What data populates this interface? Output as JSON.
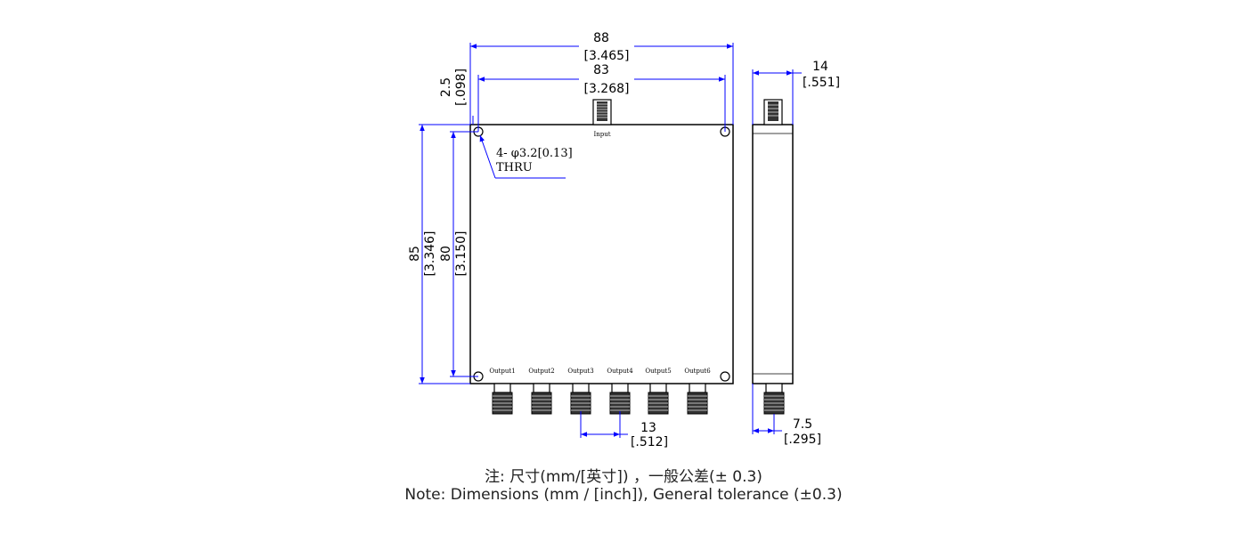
{
  "drawing": {
    "dim_width_total": "88",
    "dim_width_total_in": "[3.465]",
    "dim_width_holes": "83",
    "dim_width_holes_in": "[3.268]",
    "dim_edge_offset": "2.5",
    "dim_edge_offset_in": "[.098]",
    "dim_height_total": "85",
    "dim_height_total_in": "[3.346]",
    "dim_height_holes": "80",
    "dim_height_holes_in": "[3.150]",
    "dim_thickness": "14",
    "dim_thickness_in": "[.551]",
    "dim_pitch": "13",
    "dim_pitch_in": "[.512]",
    "dim_side_offset": "7.5",
    "dim_side_offset_in": "[.295]",
    "hole_callout": "4- φ3.2[0.13]",
    "hole_callout_2": "THRU",
    "input_label": "Input",
    "output_labels": [
      "Output1",
      "Output2",
      "Output3",
      "Output4",
      "Output5",
      "Output6"
    ]
  },
  "notes": {
    "line_cn": "注: 尺寸(mm/[英寸])  ，一般公差(± 0.3)",
    "line_en": "Note: Dimensions (mm / [inch]), General tolerance (±0.3)"
  },
  "colors": {
    "dimension_line": "#0000ff",
    "outline": "#000000"
  }
}
